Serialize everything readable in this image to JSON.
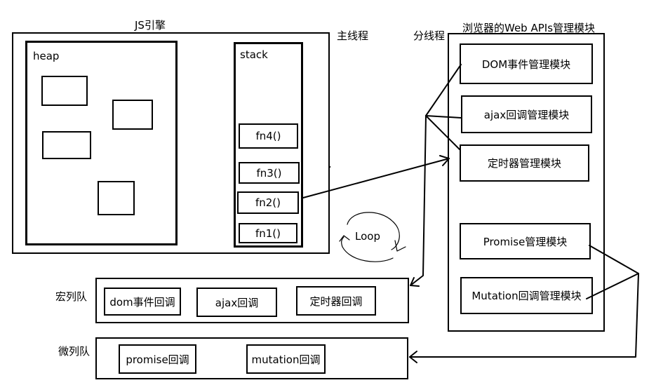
{
  "js_engine": {
    "title": "JS引擎",
    "heap_label": "heap",
    "stack_label": "stack",
    "stack_frames": [
      "fn4()",
      "fn3()",
      "fn2()",
      "fn1()"
    ]
  },
  "main_thread_label": "主线程",
  "sub_thread_label": "分线程",
  "web_apis": {
    "title": "浏览器的Web APIs管理模块",
    "modules": [
      "DOM事件管理模块",
      "ajax回调管理模块",
      "定时器管理模块",
      "Promise管理模块",
      "Mutation回调管理模块"
    ]
  },
  "loop_label": "Loop",
  "macro_queue": {
    "label": "宏列队",
    "items": [
      "dom事件回调",
      "ajax回调",
      "定时器回调"
    ]
  },
  "micro_queue": {
    "label": "微列队",
    "items": [
      "promise回调",
      "mutation回调"
    ]
  }
}
